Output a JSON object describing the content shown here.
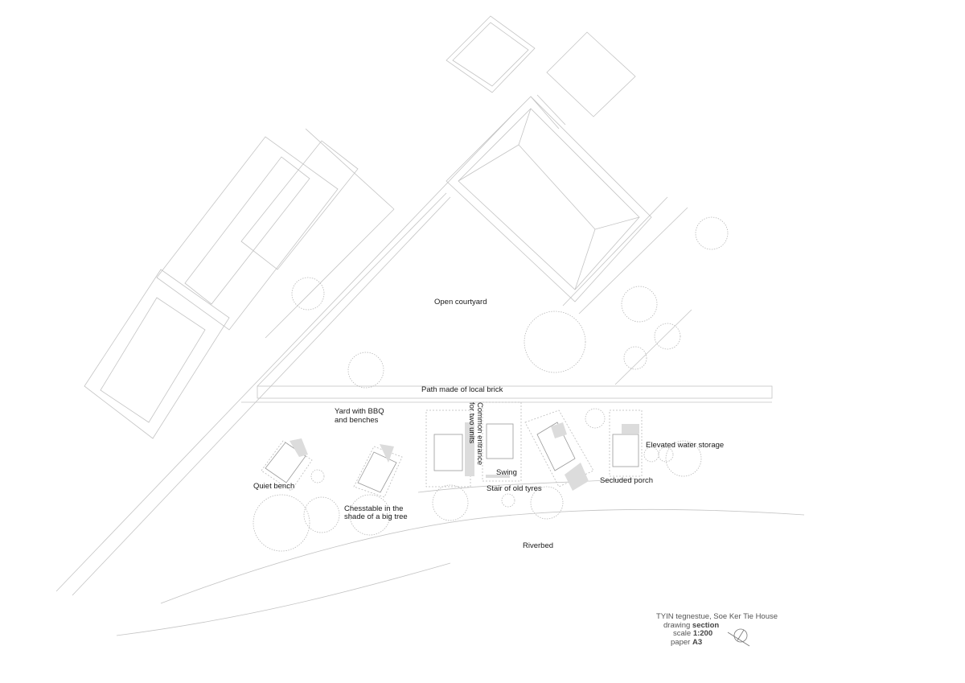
{
  "labels": {
    "open_courtyard": "Open courtyard",
    "path": "Path made of local brick",
    "yard_line1": "Yard with  BBQ",
    "yard_line2": "and benches",
    "common_entrance_line1": "Common entrance",
    "common_entrance_line2": "for two units",
    "swing": "Swing",
    "elevated_water": "Elevated water storage",
    "quiet_bench": "Quiet bench",
    "chesstable_line1": "Chesstable  in  the",
    "chesstable_line2": "shade of a big tree",
    "stair_tyres": "Stair of old tyres",
    "secluded_porch": "Secluded porch",
    "riverbed": "Riverbed"
  },
  "title_block": {
    "title": "TYIN tegnestue, Soe Ker Tie House",
    "drawing_label": "drawing",
    "drawing_value": "section",
    "scale_label": "scale",
    "scale_value": "1:200",
    "paper_label": "paper",
    "paper_value": "A3"
  },
  "colors": {
    "line": "#c8c8c8",
    "hatch": "#d9d9d9",
    "text": "#1a1a1a"
  }
}
